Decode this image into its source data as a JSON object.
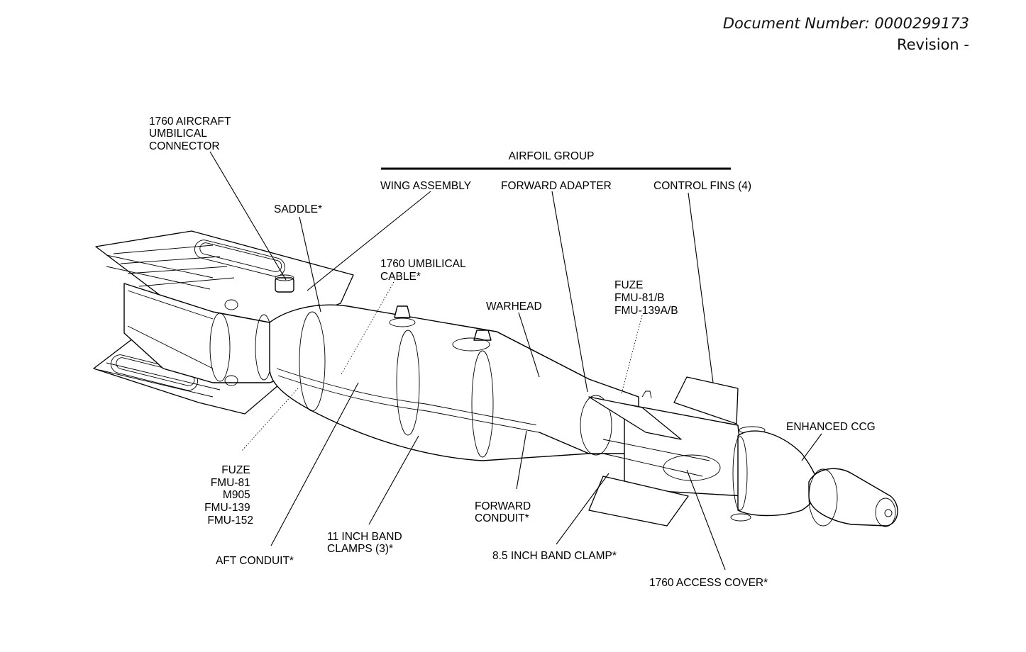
{
  "header": {
    "document_number": "Document Number: 0000299173",
    "revision": "Revision -"
  },
  "diagram": {
    "group_title": "AIRFOIL GROUP",
    "labels": {
      "umbilical_connector": [
        "1760 AIRCRAFT",
        "UMBILICAL",
        "CONNECTOR"
      ],
      "saddle": [
        "SADDLE*"
      ],
      "wing_assembly": [
        "WING ASSEMBLY"
      ],
      "forward_adapter": [
        "FORWARD ADAPTER"
      ],
      "control_fins": [
        "CONTROL FINS (4)"
      ],
      "umbilical_cable": [
        "1760 UMBILICAL",
        "CABLE*"
      ],
      "warhead": [
        "WARHEAD"
      ],
      "fuze_nose": [
        "FUZE",
        "FMU-81/B",
        "FMU-139A/B"
      ],
      "enhanced_ccg": [
        "ENHANCED CCG"
      ],
      "fuze_tail": [
        "FUZE",
        "FMU-81",
        "M905",
        "FMU-139",
        "FMU-152"
      ],
      "aft_conduit": [
        "AFT CONDUIT*"
      ],
      "band_clamps_11": [
        "11 INCH BAND",
        "CLAMPS (3)*"
      ],
      "forward_conduit": [
        "FORWARD",
        "CONDUIT*"
      ],
      "band_clamp_85": [
        "8.5 INCH BAND CLAMP*"
      ],
      "access_cover": [
        "1760 ACCESS COVER*"
      ]
    }
  }
}
